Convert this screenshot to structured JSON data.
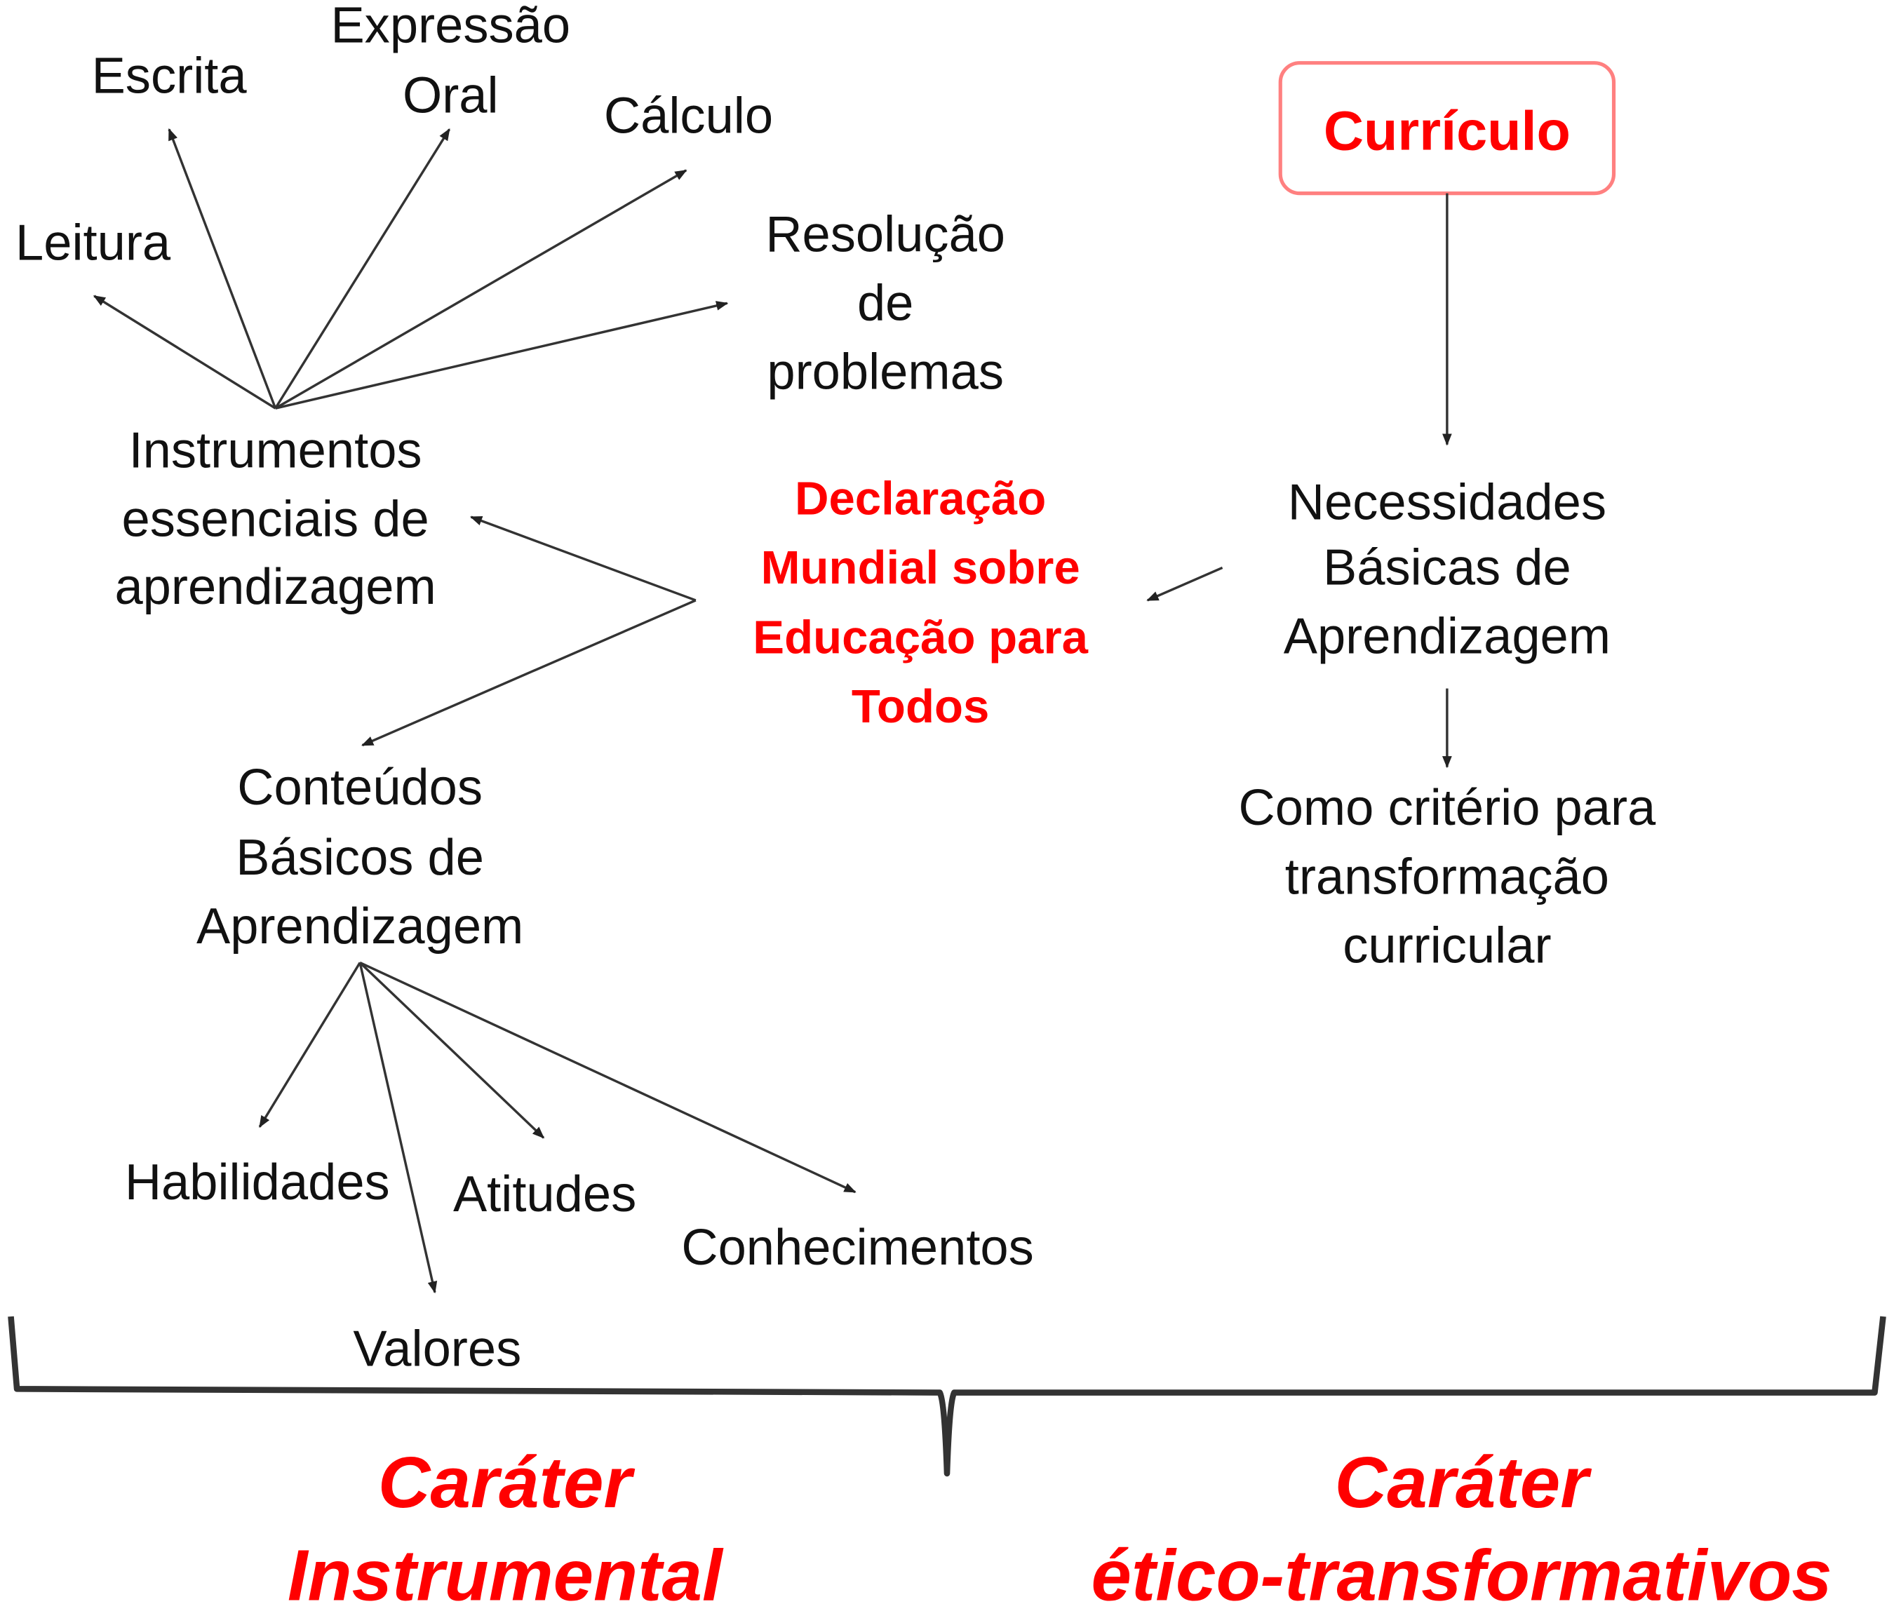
{
  "colors": {
    "accent": "#ff0000",
    "box_border": "#ff8080",
    "line": "#333333"
  },
  "instrumentos": {
    "hub": [
      "Instrumentos",
      "essenciais de",
      "aprendizagem"
    ],
    "leitura": "Leitura",
    "escrita": "Escrita",
    "expressao": [
      "Expressão",
      "Oral"
    ],
    "calculo": "Cálculo",
    "resolucao": [
      "Resolução",
      "de",
      "problemas"
    ]
  },
  "declaracao": [
    "Declaração",
    "Mundial sobre",
    "Educação para",
    "Todos"
  ],
  "curriculo": "Currículo",
  "necessidades": [
    "Necessidades",
    "Básicas de",
    "Aprendizagem"
  ],
  "criterio": [
    "Como critério para",
    "transformação",
    "curricular"
  ],
  "conteudos": {
    "hub": [
      "Conteúdos",
      "Básicos de",
      "Aprendizagem"
    ],
    "habilidades": "Habilidades",
    "valores": "Valores",
    "atitudes": "Atitudes",
    "conhecimentos": "Conhecimentos"
  },
  "carater": {
    "left": [
      "Caráter",
      "Instrumental"
    ],
    "right": [
      "Caráter",
      "ético-transformativos"
    ]
  }
}
